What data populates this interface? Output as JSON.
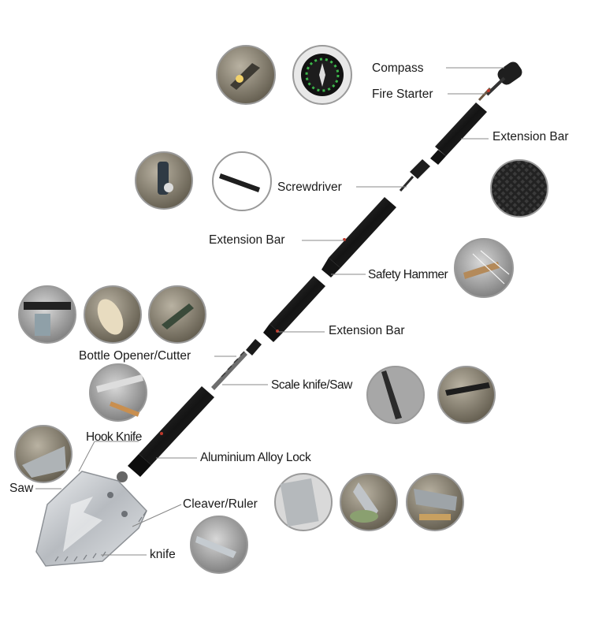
{
  "labels": {
    "compass": "Compass",
    "fire_starter": "Fire Starter",
    "extension_bar_top": "Extension Bar",
    "screwdriver": "Screwdriver",
    "extension_bar_mid": "Extension Bar",
    "safety_hammer": "Safety Hammer",
    "extension_bar_low": "Extension Bar",
    "bottle_opener": "Bottle Opener/Cutter",
    "scale_knife": "Scale knife/Saw",
    "hook_knife": "Hook Knife",
    "aluminium_lock": "Aluminium Alloy Lock",
    "saw": "Saw",
    "cleaver_ruler": "Cleaver/Ruler",
    "knife": "knife"
  },
  "colors": {
    "leader_line": "#888888",
    "accent_dot": "#c0392b",
    "photo_ring": "#9a9a9a",
    "shaft": "#1c1c1c",
    "blade": "#c9ccd0"
  }
}
